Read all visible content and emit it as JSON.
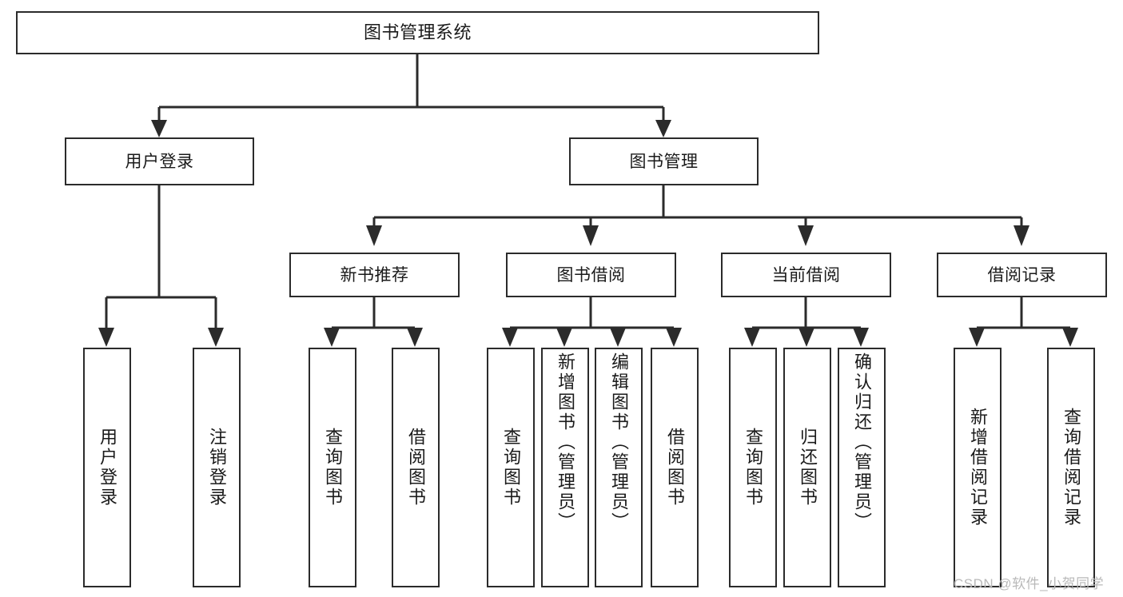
{
  "diagram": {
    "type": "tree",
    "title": "图书管理系统",
    "background": "#ffffff",
    "line_color": "#2b2b2b",
    "box_fill": "#ffffff",
    "text_color": "#1a1a1a",
    "levels": 4,
    "root": {
      "id": "root",
      "label": "图书管理系统",
      "orientation": "horizontal"
    },
    "level2": [
      {
        "id": "user-login",
        "label": "用户登录",
        "orientation": "horizontal"
      },
      {
        "id": "book-manage",
        "label": "图书管理",
        "orientation": "horizontal"
      }
    ],
    "level3": [
      {
        "id": "new-book-recommend",
        "label": "新书推荐",
        "orientation": "horizontal",
        "parent": "book-manage"
      },
      {
        "id": "book-borrow",
        "label": "图书借阅",
        "orientation": "horizontal",
        "parent": "book-manage"
      },
      {
        "id": "current-borrow",
        "label": "当前借阅",
        "orientation": "horizontal",
        "parent": "book-manage"
      },
      {
        "id": "borrow-record",
        "label": "借阅记录",
        "orientation": "horizontal",
        "parent": "book-manage"
      }
    ],
    "leaves": {
      "user_login": [
        {
          "id": "leaf-user-login",
          "label": "用户登录"
        },
        {
          "id": "leaf-user-logout",
          "label": "注销登录"
        }
      ],
      "new_book_recommend": [
        {
          "id": "leaf-query-book-1",
          "label": "查询图书"
        },
        {
          "id": "leaf-borrow-book-1",
          "label": "借阅图书"
        }
      ],
      "book_borrow": [
        {
          "id": "leaf-query-book-2",
          "label": "查询图书"
        },
        {
          "id": "leaf-add-book",
          "label": "新增图书（管理员）"
        },
        {
          "id": "leaf-edit-book",
          "label": "编辑图书（管理员）"
        },
        {
          "id": "leaf-borrow-book-2",
          "label": "借阅图书"
        }
      ],
      "current_borrow": [
        {
          "id": "leaf-query-book-3",
          "label": "查询图书"
        },
        {
          "id": "leaf-return-book",
          "label": "归还图书"
        },
        {
          "id": "leaf-confirm-return",
          "label": "确认归还（管理员）"
        }
      ],
      "borrow_record": [
        {
          "id": "leaf-add-record",
          "label": "新增借阅记录"
        },
        {
          "id": "leaf-query-record",
          "label": "查询借阅记录"
        }
      ]
    }
  },
  "watermark": {
    "text": "CSDN @软件_小贺同学",
    "color": "#b9b9b9"
  }
}
